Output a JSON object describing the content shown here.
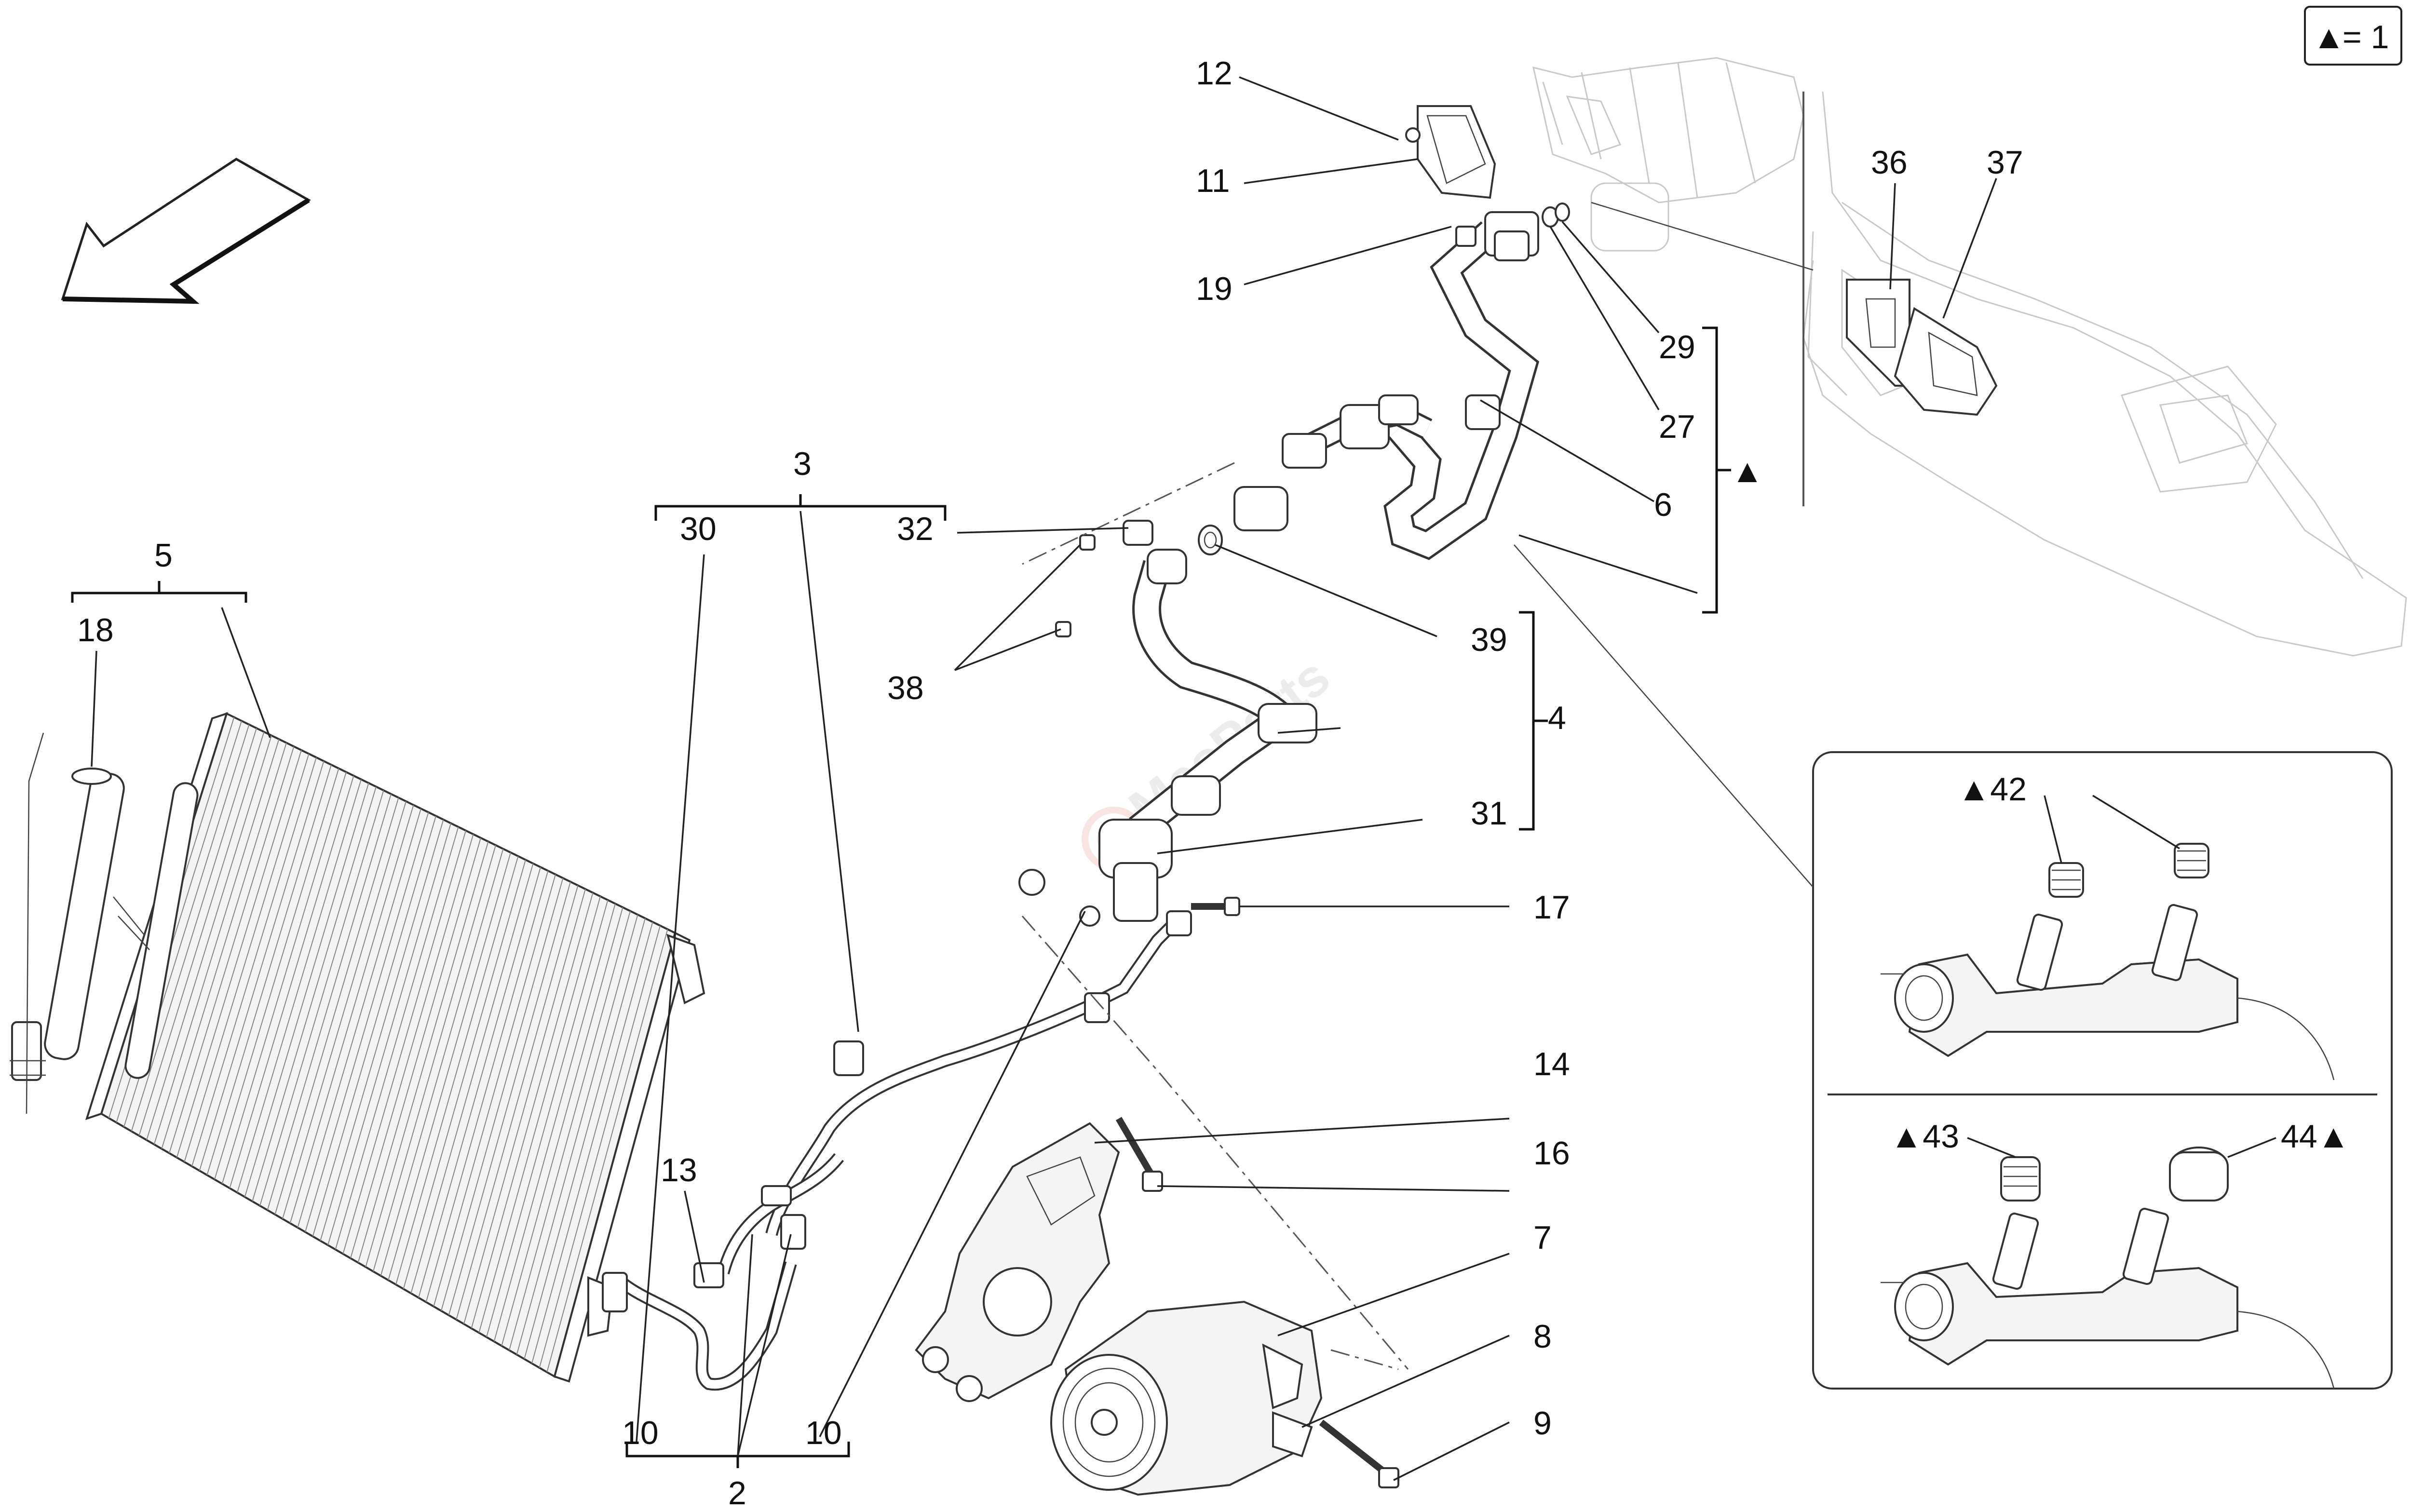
{
  "legend": {
    "marker": "▲",
    "text": "= 1"
  },
  "callouts": {
    "c2": "2",
    "c3": "3",
    "c4": "4",
    "c5": "5",
    "c6": "6",
    "c7": "7",
    "c8": "8",
    "c9": "9",
    "c10a": "10",
    "c10b": "10",
    "c11": "11",
    "c12": "12",
    "c13": "13",
    "c14": "14",
    "c16": "16",
    "c17": "17",
    "c18": "18",
    "c19": "19",
    "c27": "27",
    "c29": "29",
    "c30": "30",
    "c31": "31",
    "c32": "32",
    "c36": "36",
    "c37": "37",
    "c38": "38",
    "c39": "39",
    "c42": "▲42",
    "c43": "▲43",
    "c44": "44▲",
    "group_marker": "▲"
  },
  "watermark": "MasParts",
  "icons": [
    "direction-arrow-icon",
    "condenser",
    "compressor",
    "dryer-filter",
    "ac-pipe"
  ],
  "colors": {
    "line": "#333333",
    "background": "#ffffff",
    "watermark": "#d8d8d8",
    "logo": "#f2c9c9"
  }
}
